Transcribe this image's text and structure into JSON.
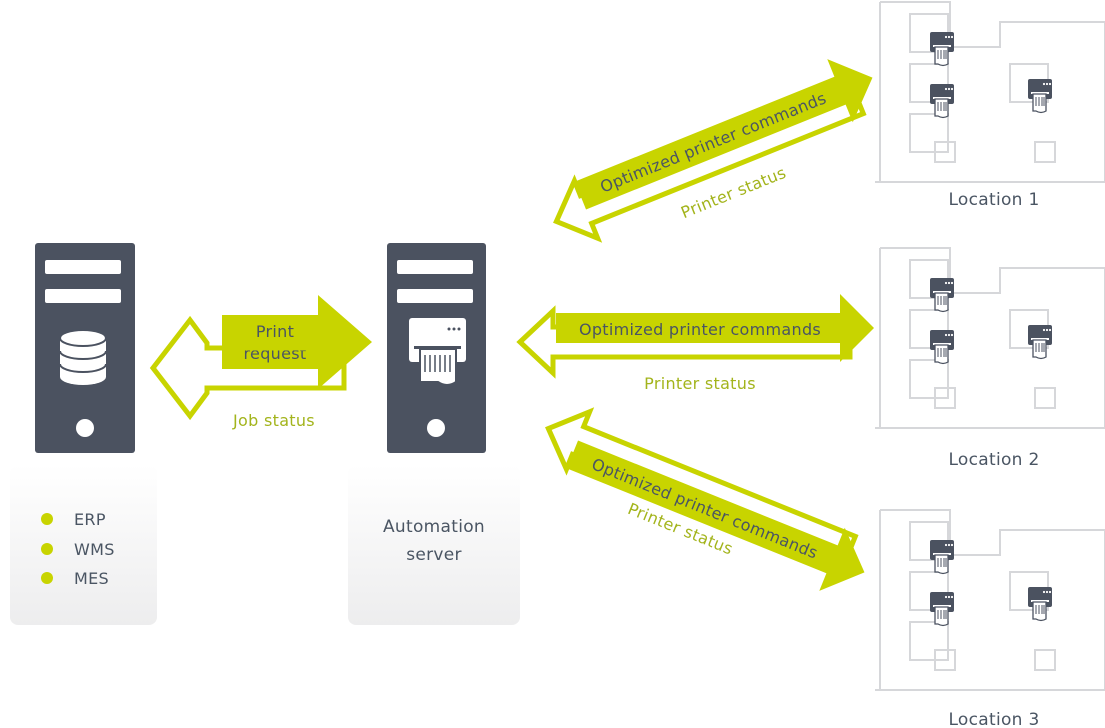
{
  "colors": {
    "accent": "#c8d400",
    "dark": "#4b5260",
    "text": "#4a5563",
    "status_text": "#a3b41c",
    "card_bg": "#f2f2f3",
    "building_line": "#d6d7da"
  },
  "erp": {
    "items": [
      "ERP",
      "WMS",
      "MES"
    ]
  },
  "automation": {
    "line1": "Automation",
    "line2": "server"
  },
  "print_request": {
    "line1": "Print",
    "line2": "request"
  },
  "job_status": "Job status",
  "arrows": {
    "commands": "Optimized printer commands",
    "status": "Printer status"
  },
  "locations": [
    "Location 1",
    "Location 2",
    "Location 3"
  ],
  "icons": {
    "erp_server": "database-server-icon",
    "automation_server": "print-server-icon",
    "printer": "label-printer-icon",
    "bullet": "bullet-dot-icon"
  }
}
